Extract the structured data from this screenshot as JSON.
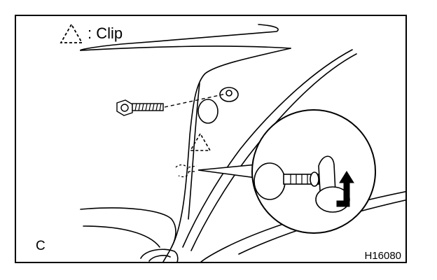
{
  "legend": {
    "symbol": "dashed-triangle-icon",
    "text": ": Clip"
  },
  "view_label": "C",
  "figure_code": "H16080",
  "colors": {
    "ink": "#000000",
    "paper": "#ffffff"
  }
}
